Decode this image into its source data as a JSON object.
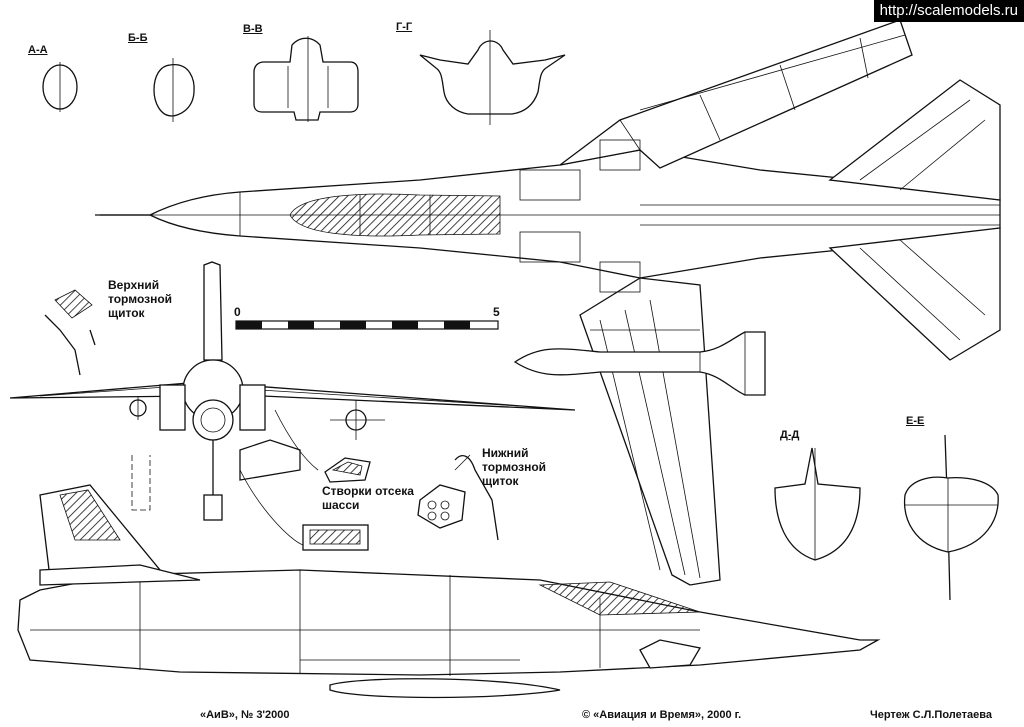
{
  "watermark": "http://scalemodels.ru",
  "sections": {
    "aa": "А-А",
    "bb": "Б-Б",
    "vv": "В-В",
    "gg": "Г-Г",
    "dd": "Д-Д",
    "ee": "Е-Е"
  },
  "labels": {
    "upper_brake": "Верхний\nтормозной\nщиток",
    "lower_brake": "Нижний\nтормозной\nщиток",
    "gear_doors": "Створки отсека\nшасси"
  },
  "scale": {
    "start": "0",
    "end": "5"
  },
  "footer": {
    "issue": "«АиВ», № 3'2000",
    "copyright": "© «Авиация и Время», 2000 г.",
    "author": "Чертеж С.Л.Полетаева"
  }
}
